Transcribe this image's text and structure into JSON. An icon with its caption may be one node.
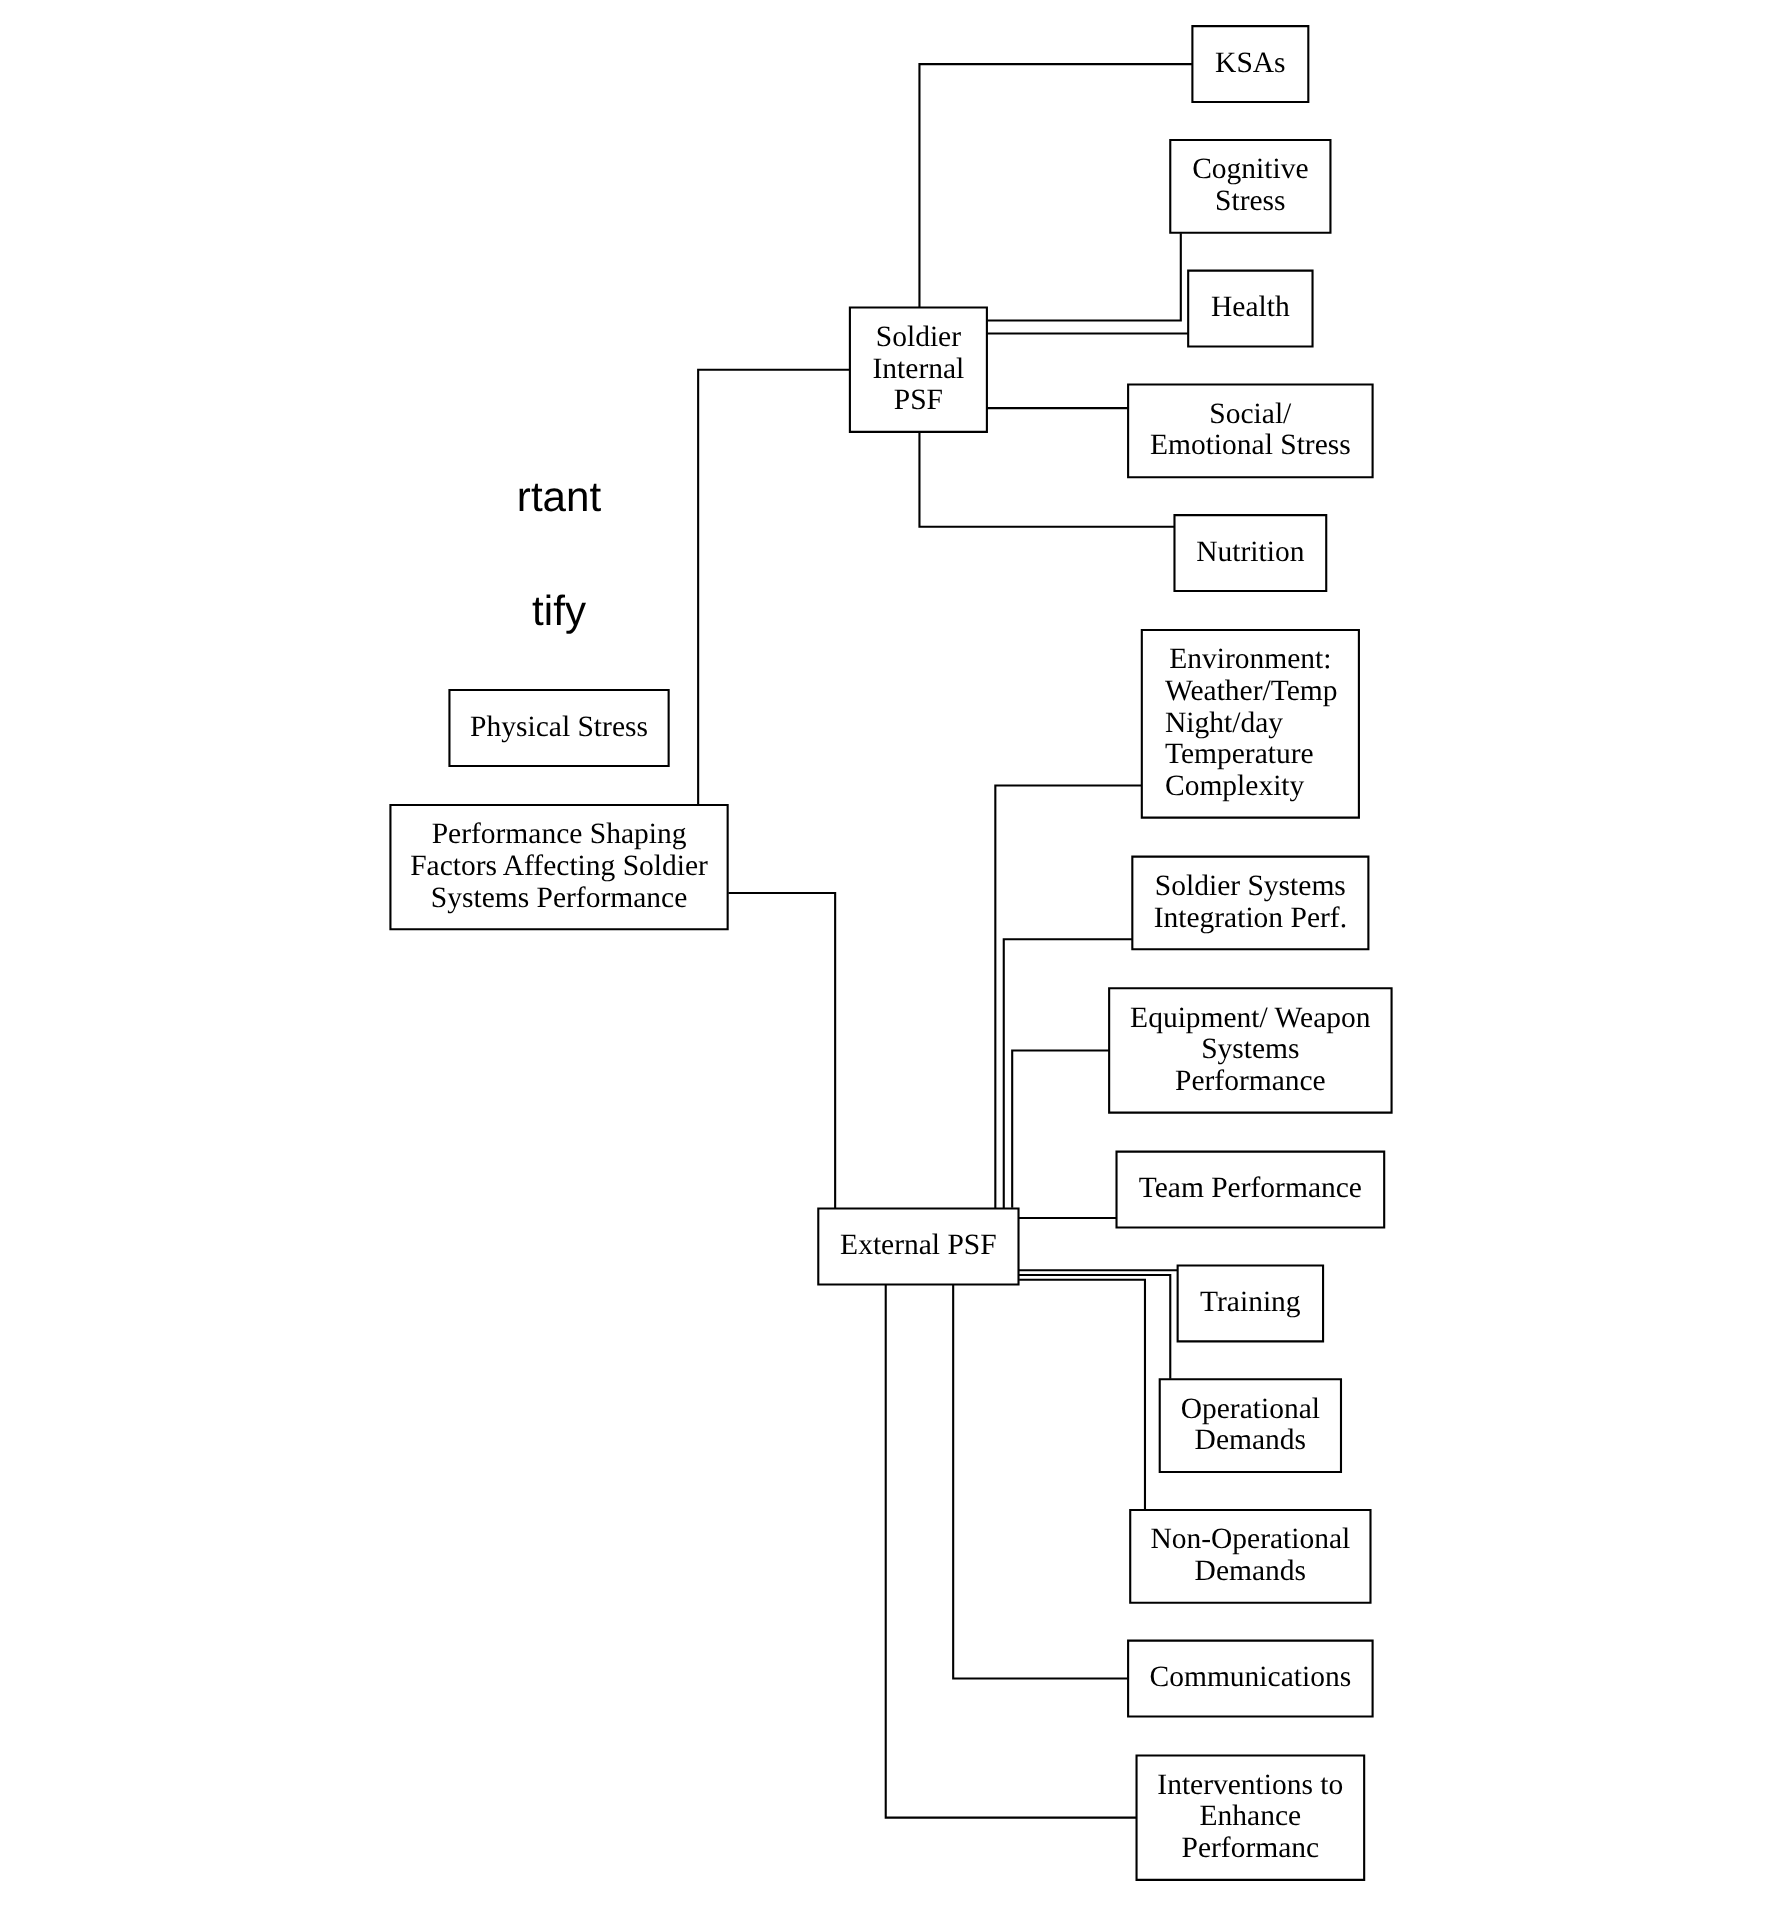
{
  "diagram": {
    "nodes": [
      {
        "text": [
          "Performance Shaping Factors Affecting Soldier Systems Performance"
        ]
      },
      {
        "text": [
          "Soldier Internal PSF"
        ]
      },
      {
        "text": [
          "External PSF"
        ]
      },
      {
        "text": [
          "KSAs"
        ]
      },
      {
        "text": [
          "Physical Stress"
        ]
      },
      {
        "text": [
          "Cognitive Stress"
        ]
      },
      {
        "text": [
          "Health"
        ]
      },
      {
        "text": [
          "Social/ Emotional Stress"
        ]
      },
      {
        "text": [
          "Nutrition"
        ]
      },
      {
        "text": [
          "Environment:",
          "Weather/Temp",
          "Night/day",
          "Temperature",
          "Complexity"
        ]
      },
      {
        "text": [
          "Soldier Systems Integration Perf."
        ]
      },
      {
        "text": [
          "Equipment/ Weapon Systems Performance"
        ]
      },
      {
        "text": [
          "Team Performance"
        ]
      },
      {
        "text": [
          "Training"
        ]
      },
      {
        "text": [
          "Operational Demands"
        ]
      },
      {
        "text": [
          "Non-Operational Demands"
        ]
      },
      {
        "text": [
          "Communications"
        ]
      },
      {
        "text": [
          "Interventions to Enhance Performanc"
        ]
      }
    ],
    "edges": [
      {
        "from": 0,
        "to": 1,
        "arrow": "none"
      },
      {
        "from": 0,
        "to": 2,
        "arrow": "none"
      },
      {
        "from": 1,
        "to": 3,
        "arrow": "none"
      },
      {
        "from": 1,
        "to": 5,
        "arrow": "none"
      },
      {
        "from": 1,
        "to": 6,
        "arrow": "none"
      },
      {
        "from": 1,
        "to": 7,
        "arrow": "none"
      },
      {
        "from": 1,
        "to": 8,
        "arrow": "none"
      },
      {
        "from": 2,
        "to": 9,
        "arrow": "none"
      },
      {
        "from": 2,
        "to": 10,
        "arrow": "none"
      },
      {
        "from": 2,
        "to": 11,
        "arrow": "none"
      },
      {
        "from": 2,
        "to": 12,
        "arrow": "none"
      },
      {
        "from": 2,
        "to": 13,
        "arrow": "none"
      },
      {
        "from": 2,
        "to": 14,
        "arrow": "none"
      },
      {
        "from": 2,
        "to": 15,
        "arrow": "none"
      },
      {
        "from": 2,
        "to": 16,
        "arrow": "none"
      },
      {
        "from": 2,
        "to": 17,
        "arrow": "none"
      }
    ],
    "labels": [
      "tify",
      "rtant"
    ]
  }
}
